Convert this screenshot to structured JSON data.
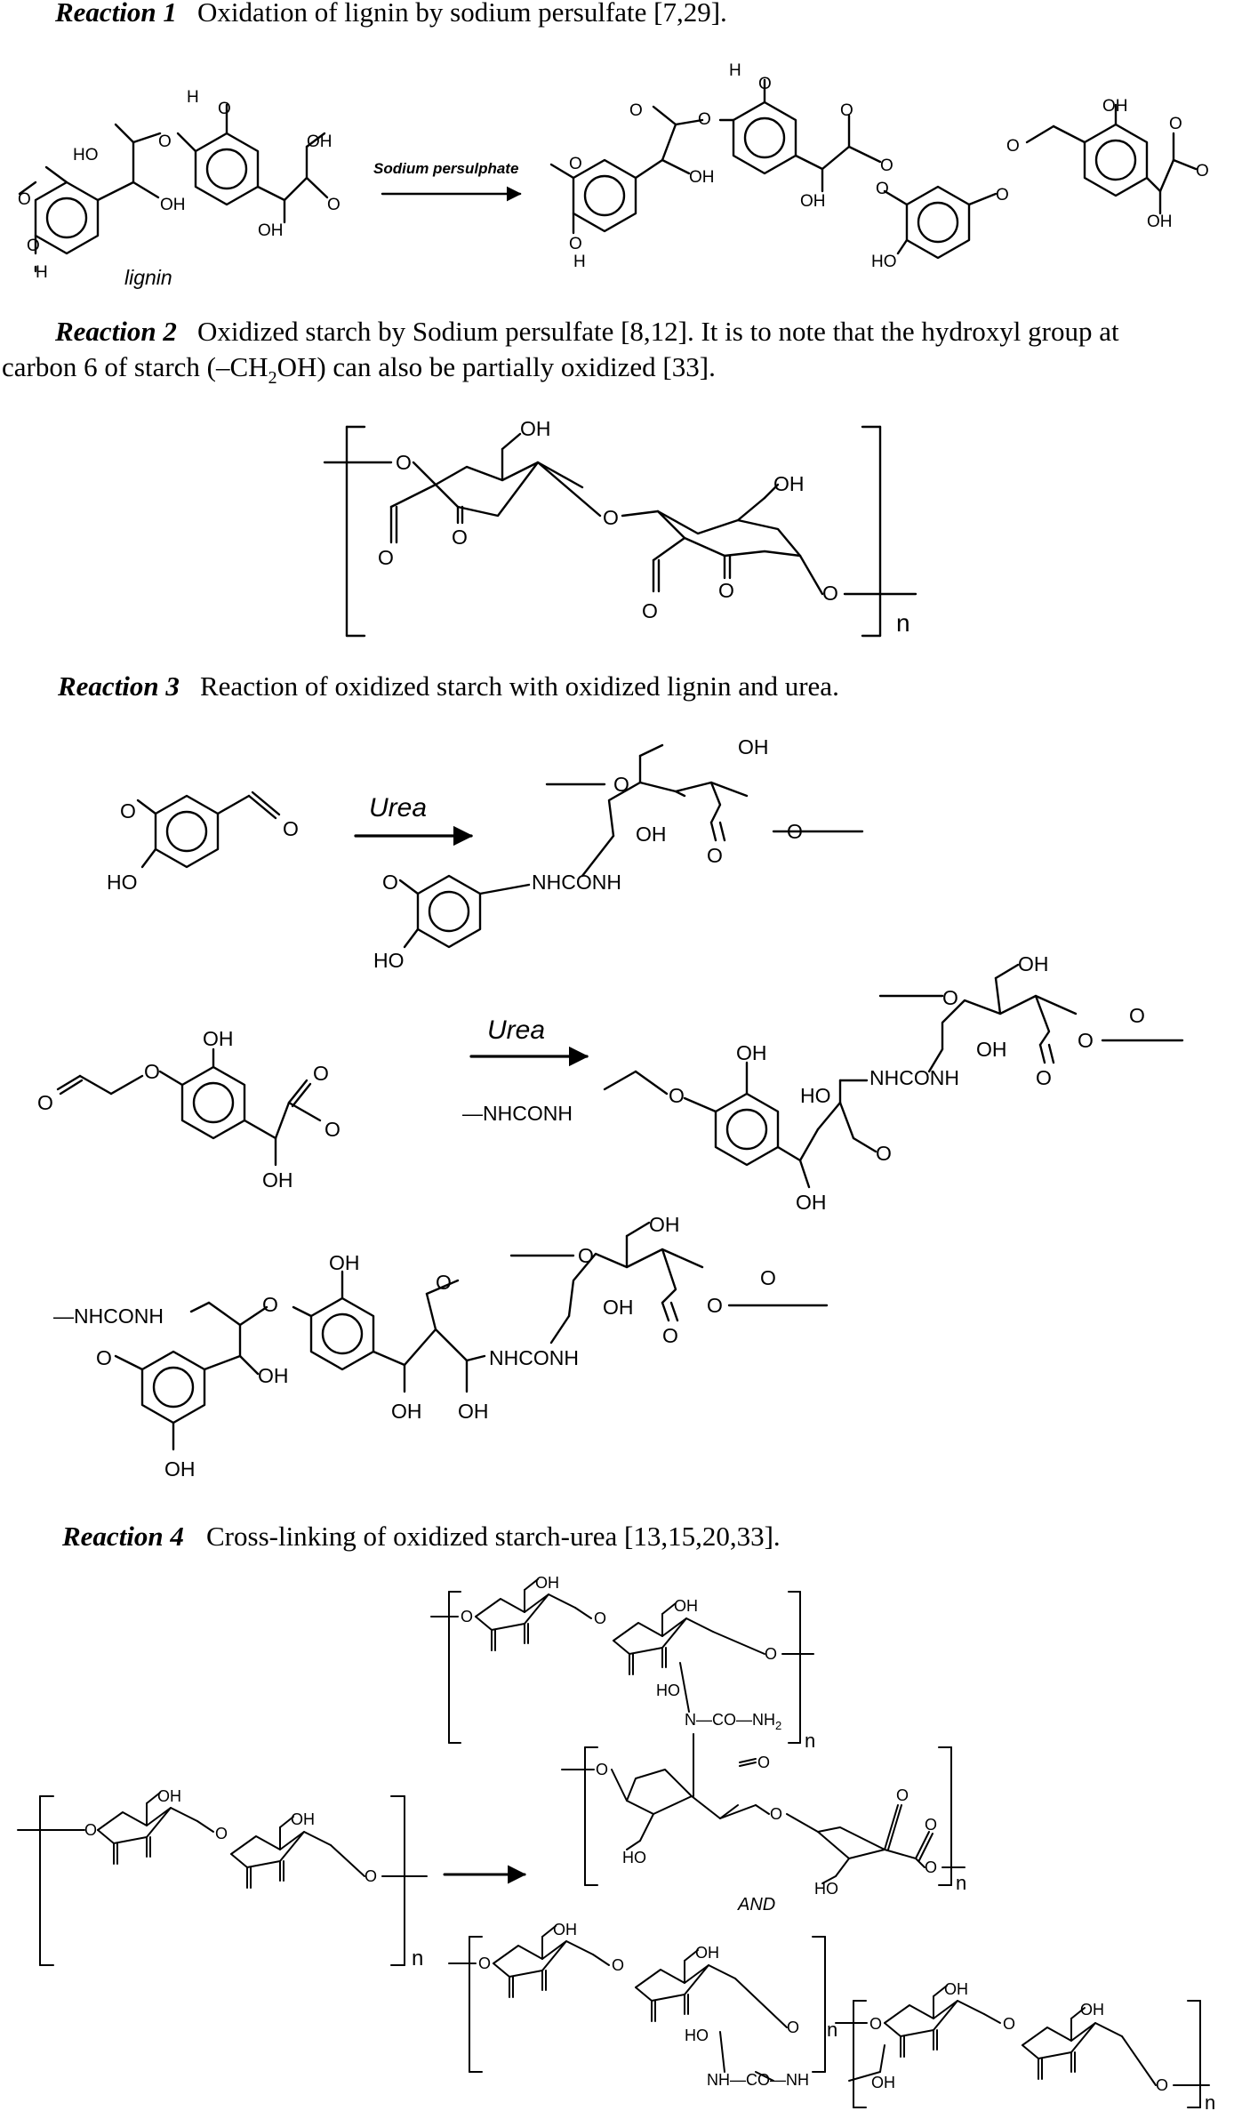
{
  "reactions": [
    {
      "title": "Reaction 1",
      "description": "Oxidation of lignin by sodium persulfate [7,29]."
    },
    {
      "title": "Reaction 2",
      "description": "Oxidized starch by Sodium persulfate [8,12]. It is to note that the hydroxyl group at",
      "description_line2_pre": "carbon 6 of starch (–CH",
      "description_line2_sub": "2",
      "description_line2_post": "OH) can also be partially oxidized [33]."
    },
    {
      "title": "Reaction 3",
      "description": "Reaction of oxidized starch with oxidized lignin and urea."
    },
    {
      "title": "Reaction 4",
      "description": "Cross-linking of oxidized starch-urea [13,15,20,33]."
    }
  ],
  "reaction1": {
    "arrow_label": "Sodium persulphate",
    "reactant_label": "lignin",
    "groups": {
      "OH": "OH",
      "HO": "HO",
      "H": "H",
      "O": "O"
    }
  },
  "reaction2": {
    "repeat_unit": "n"
  },
  "reaction3": {
    "arrow_label": "Urea",
    "linkage": "NHCONH",
    "chain_linkage": "—NHCONH"
  },
  "reaction4": {
    "conjunction": "AND",
    "urea_group": "N—CO—NH",
    "urea_sub": "2",
    "crosslink": "NH—CO—NH",
    "repeat_unit": "n"
  }
}
